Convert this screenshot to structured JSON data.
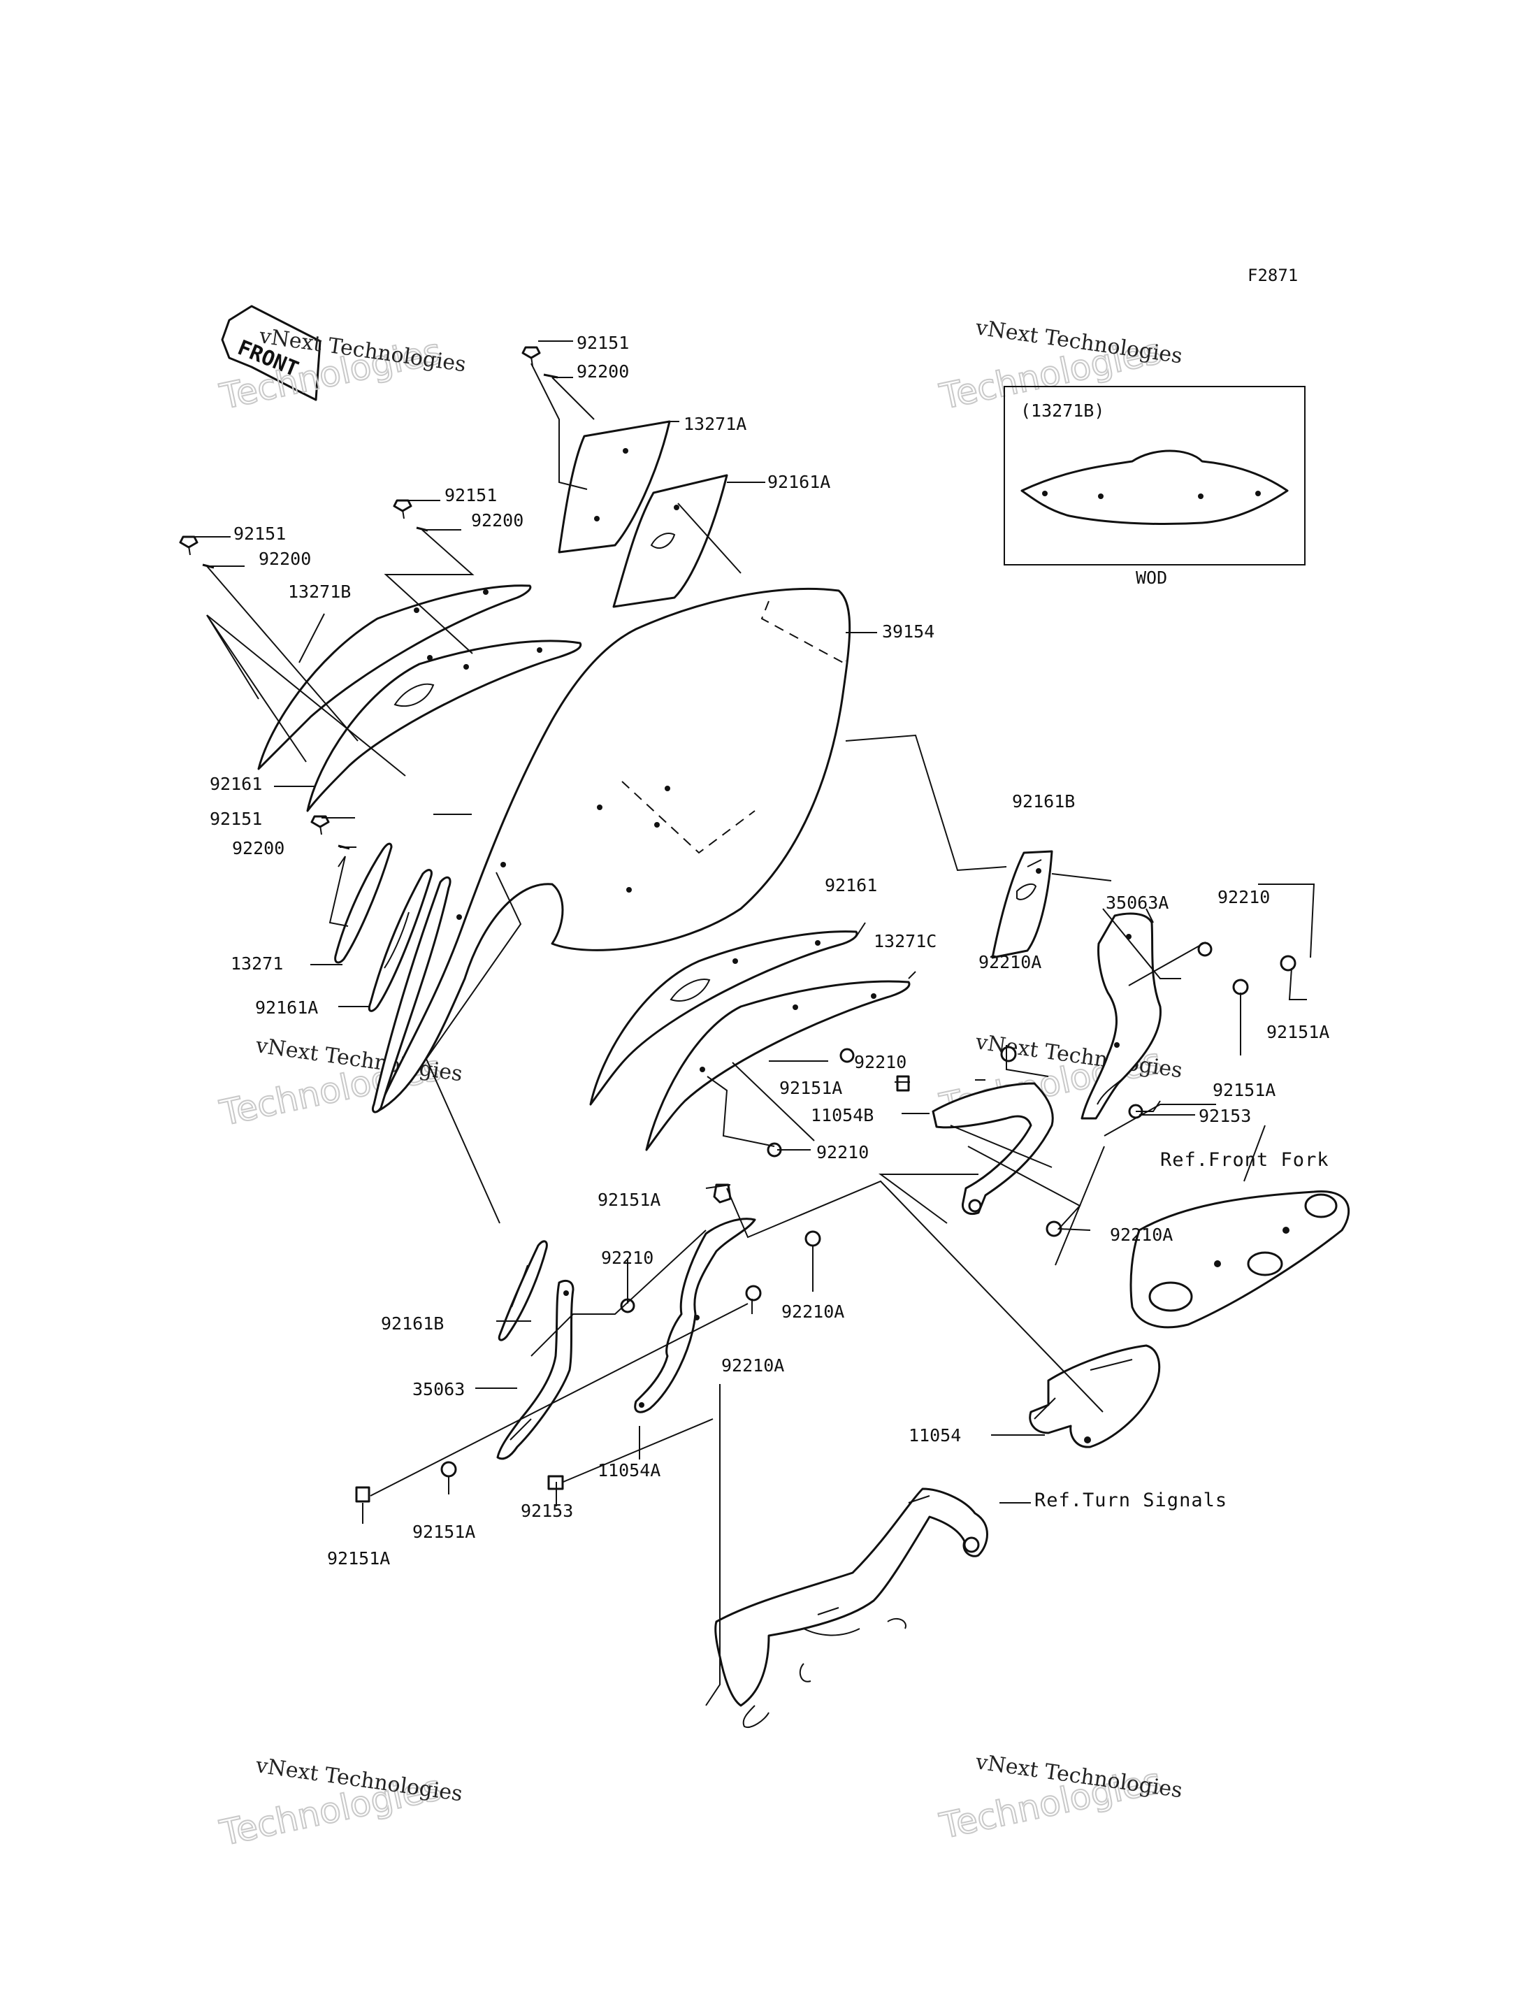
{
  "figure_code": "F2871",
  "front_arrow_text": "FRONT",
  "watermark": {
    "line1": "vNext Technologies",
    "line2": "Technologies"
  },
  "inset": {
    "label": "(13271B)",
    "variant": "WOD"
  },
  "refs": {
    "front_fork": "Ref.Front Fork",
    "turn_signals": "Ref.Turn Signals"
  },
  "callouts": {
    "c01": "92151",
    "c02": "92200",
    "c03": "13271A",
    "c04": "92161A",
    "c05": "92151",
    "c06": "92200",
    "c07": "92151",
    "c08": "92200",
    "c09": "13271B",
    "c10": "39154",
    "c11": "92161",
    "c12": "92151",
    "c13": "92200",
    "c14": "13271",
    "c15": "92161A",
    "c16": "92161",
    "c17": "13271C",
    "c18": "92161B",
    "c19": "35063A",
    "c20": "92210",
    "c21": "92210A",
    "c22": "92151A",
    "c23": "92151A",
    "c24": "92210",
    "c25": "92151A",
    "c26": "11054B",
    "c27": "92153",
    "c28": "92210",
    "c29": "92151A",
    "c30": "92210A",
    "c31": "92210",
    "c32": "92210A",
    "c33": "92161B",
    "c34": "92210A",
    "c35": "35063",
    "c36": "11054A",
    "c37": "11054",
    "c38": "92153",
    "c39": "92151A",
    "c40": "92151A"
  }
}
